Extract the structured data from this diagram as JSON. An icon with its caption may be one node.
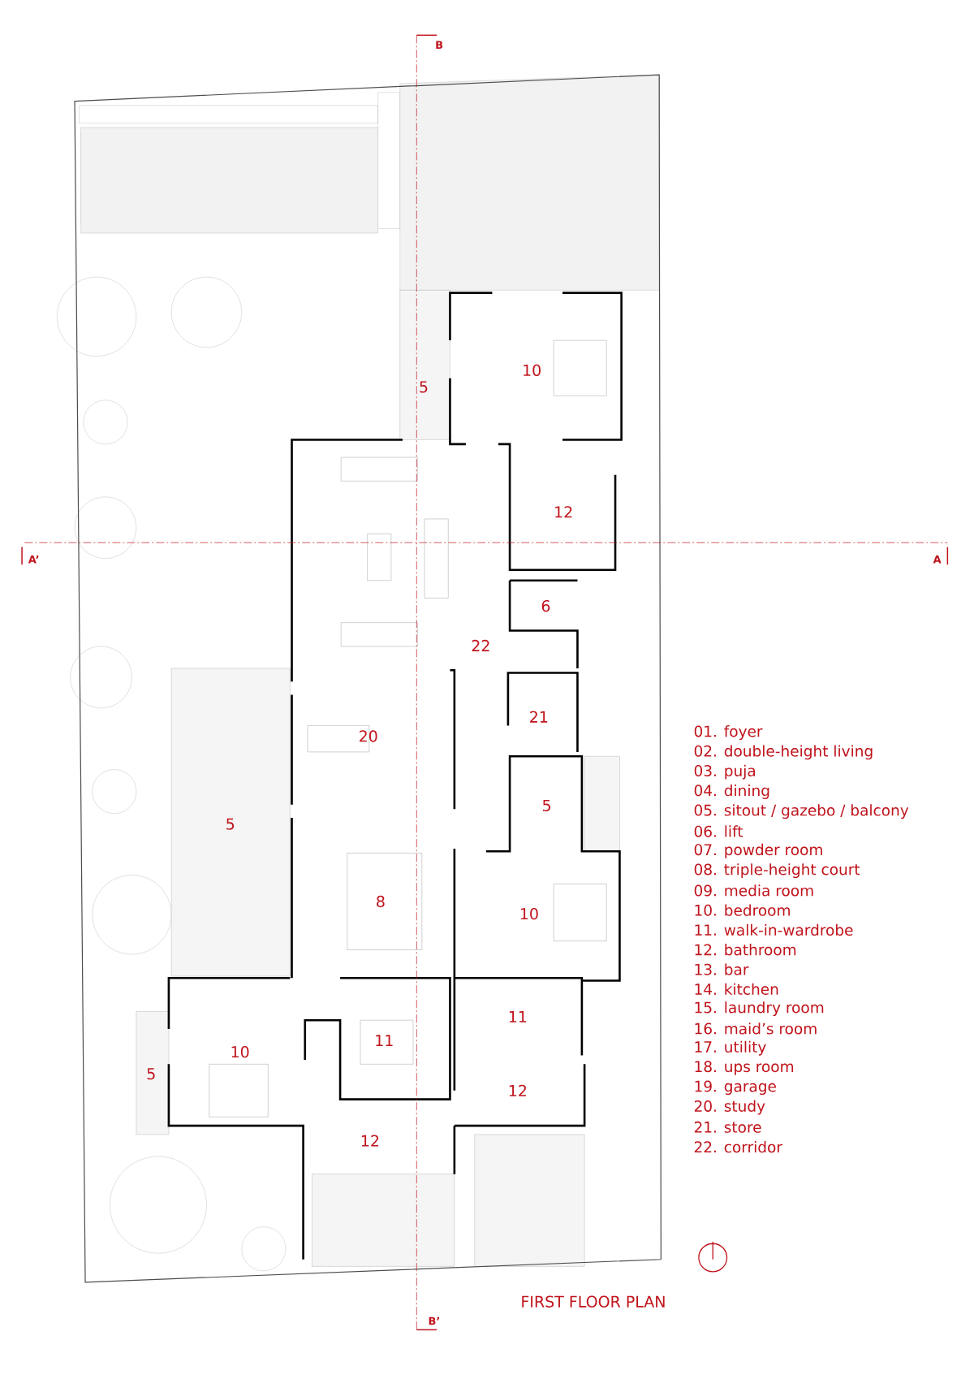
{
  "diagram": {
    "title": "FIRST FLOOR PLAN",
    "labels": [
      "B",
      "A’",
      "A",
      "10",
      "5",
      "12",
      "6",
      "22",
      "21",
      "20",
      "5",
      "5",
      "8",
      "10",
      "11",
      "11",
      "10",
      "5",
      "12",
      "12",
      "01. foyer",
      "02. double-height living",
      "03. puja",
      "04. dining",
      "05. sitout / gazebo / balcony",
      "06. lift",
      "07. powder room",
      "08. triple-height court",
      "09. media room",
      "10. bedroom",
      "11. walk-in-wardrobe",
      "12. bathroom",
      "13. bar",
      "14. kitchen",
      "15. laundry room",
      "16. maid’s room",
      "17. utility",
      "18. ups room",
      "19. garage",
      "20. study",
      "21. store",
      "22. corridor",
      "B’"
    ]
  }
}
